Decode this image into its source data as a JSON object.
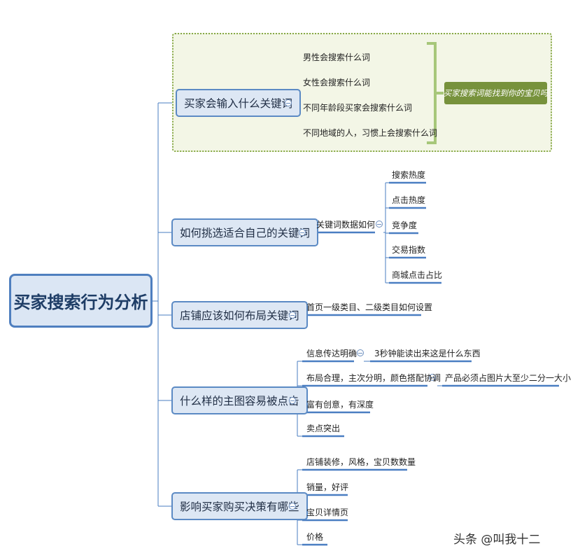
{
  "root": {
    "label": "买家搜索行为分析"
  },
  "branches": [
    {
      "label": "买家会输入什么关键词",
      "children": [
        {
          "label": "男性会搜索什么词"
        },
        {
          "label": "女性会搜索什么词"
        },
        {
          "label": "不同年龄段买家会搜索什么词"
        },
        {
          "label": "不同地域的人，习惯上会搜索什么词"
        }
      ],
      "summary": "买家搜索词能找到你的宝贝吗"
    },
    {
      "label": "如何挑选适合自己的关键词",
      "children": [
        {
          "label": "关键词数据如何",
          "children": [
            {
              "label": "搜索热度"
            },
            {
              "label": "点击热度"
            },
            {
              "label": "竞争度"
            },
            {
              "label": "交易指数"
            },
            {
              "label": "商城点击占比"
            }
          ]
        }
      ]
    },
    {
      "label": "店铺应该如何布局关键词",
      "children": [
        {
          "label": "首页一级类目、二级类目如何设置"
        }
      ]
    },
    {
      "label": "什么样的主图容易被点击",
      "children": [
        {
          "label": "信息传达明确",
          "children": [
            {
              "label": "3秒钟能读出来这是什么东西"
            }
          ]
        },
        {
          "label": "布局合理，主次分明，颜色搭配协调",
          "children": [
            {
              "label": "产品必须占图片大至少二分一大小"
            }
          ]
        },
        {
          "label": "富有创意，有深度"
        },
        {
          "label": "卖点突出"
        }
      ]
    },
    {
      "label": "影响买家购买决策有哪些",
      "children": [
        {
          "label": "店铺装修，风格，宝贝数数量"
        },
        {
          "label": "销量，好评"
        },
        {
          "label": "宝贝详情页"
        },
        {
          "label": "价格"
        }
      ]
    }
  ],
  "watermark": "头条 @叫我十二",
  "colors": {
    "connector": "#4a7ec2",
    "summary_bracket": "#a7c77a",
    "summary_fill": "#77923c",
    "group_border": "#86a845"
  }
}
